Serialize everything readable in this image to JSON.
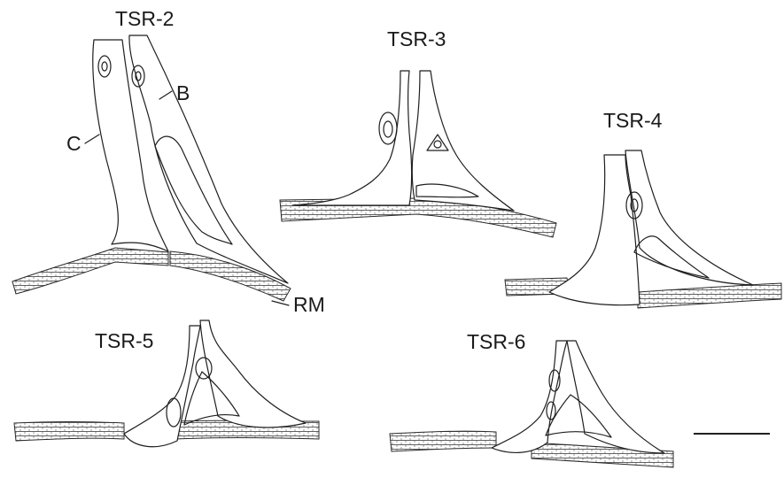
{
  "labels": {
    "tsr2": "TSR-2",
    "tsr3": "TSR-3",
    "tsr4": "TSR-4",
    "tsr5": "TSR-5",
    "tsr6": "TSR-6",
    "branch_b": "B",
    "branch_c": "C",
    "muscle_rm": "RM"
  },
  "colors": {
    "ink": "#1f1f1f",
    "background": "#ffffff"
  }
}
